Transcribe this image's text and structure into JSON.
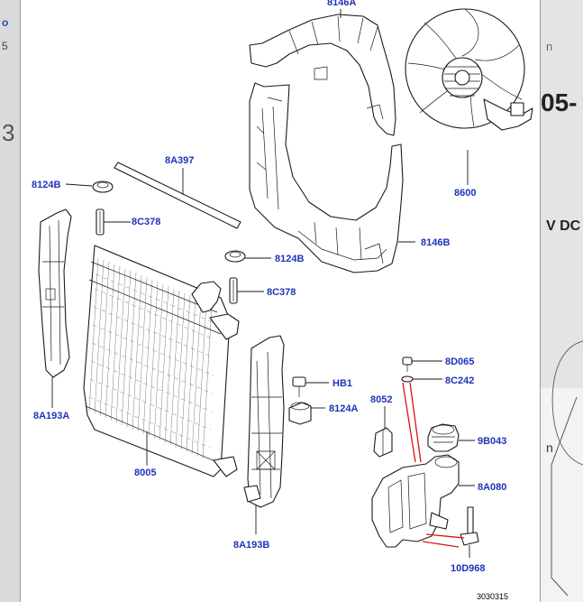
{
  "diagram": {
    "catalog_number": "3030315",
    "labels": {
      "top_shroud": "8146A",
      "fan": "8600",
      "shroud": "8146B",
      "tube": "8A397",
      "cap_left": "8124B",
      "clip_left": "8C378",
      "cap_mid": "8124B",
      "clip_mid": "8C378",
      "bracket_left": "8A193A",
      "radiator": "8005",
      "bracket_right": "8A193B",
      "hb1": "HB1",
      "mount": "8124A",
      "sensor": "8052",
      "bleed_screw": "8D065",
      "oring": "8C242",
      "tank_cap": "9B043",
      "tank": "8A080",
      "tank_sensor": "10D968"
    }
  },
  "background": {
    "frag_tl_1": "o",
    "frag_tl_2": "5",
    "frag_left_3": "3",
    "frag_right_n": "n",
    "frag_right_05": "05-",
    "frag_right_vd": "V DC",
    "frag_right_n2": "n"
  },
  "colors": {
    "label": "#1f33b8",
    "highlight": "#dd1111"
  }
}
